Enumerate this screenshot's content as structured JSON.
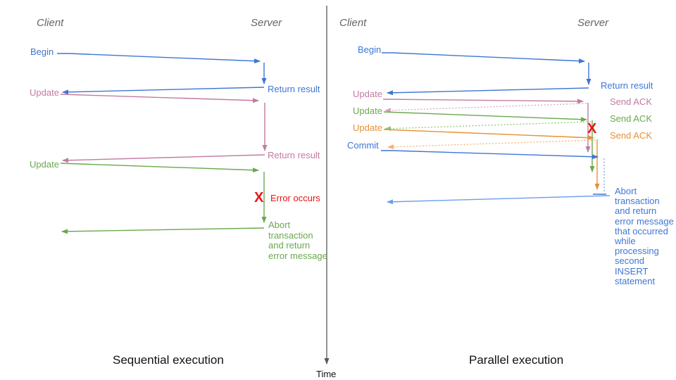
{
  "colors": {
    "blue": "#3f76d4",
    "blue_light": "#6d9eeb",
    "pink": "#c27ba0",
    "pink_light": "#d5a6bd",
    "green": "#6aa84f",
    "green_light": "#93c47d",
    "orange": "#e69138",
    "orange_light": "#f6b26b",
    "red": "#ea1212",
    "header_gray": "#666666",
    "axis_dark": "#595959"
  },
  "left": {
    "client_header": "Client",
    "server_header": "Server",
    "begin": "Begin",
    "return_result1": "Return result",
    "update1": "Update",
    "return_result2": "Return result",
    "update2": "Update",
    "error_x": "X",
    "error_label": "Error occurs",
    "abort_lines": [
      "Abort",
      "transaction",
      "and return",
      "error message"
    ],
    "title": "Sequential execution"
  },
  "right": {
    "client_header": "Client",
    "server_header": "Server",
    "begin": "Begin",
    "return_result": "Return result",
    "update1": "Update",
    "send_ack1": "Send ACK",
    "update2": "Update",
    "send_ack2": "Send ACK",
    "update3": "Update",
    "send_ack3": "Send ACK",
    "commit": "Commit",
    "error_x": "X",
    "abort_lines": [
      "Abort",
      "transaction",
      "and return",
      "error message",
      "that occurred",
      "while",
      "processing",
      "second",
      "INSERT",
      "statement"
    ],
    "title": "Parallel execution"
  },
  "time_axis": {
    "label": "Time"
  }
}
